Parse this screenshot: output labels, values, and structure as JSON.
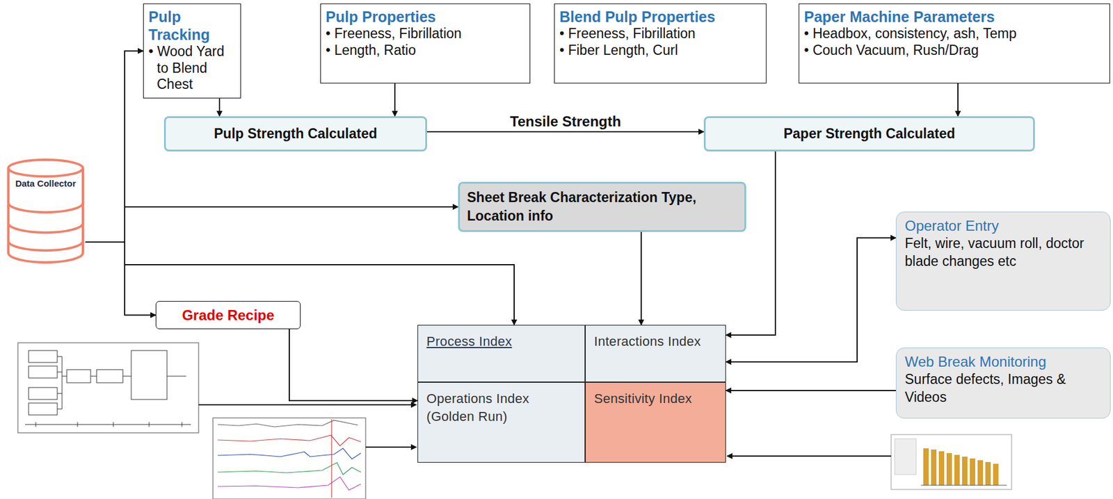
{
  "diagram": {
    "nodes": [
      {
        "text": [
          "Pulp Tracking",
          "• Wood Yard to Blend Chest"
        ]
      },
      {
        "text": [
          "Pulp Properties",
          "• Freeness, Fibrillation",
          "• Length, Ratio"
        ]
      },
      {
        "text": [
          "Blend Pulp Properties",
          "• Freeness, Fibrillation",
          "• Fiber Length, Curl"
        ]
      },
      {
        "text": [
          "Paper Machine Parameters",
          "• Headbox, consistency, ash, Temp",
          "• Couch Vacuum, Rush/Drag"
        ]
      },
      {
        "text": [
          "Pulp Strength Calculated"
        ]
      },
      {
        "text": [
          "Paper Strength Calculated"
        ]
      },
      {
        "text": [
          "Data Collector"
        ]
      },
      {
        "text": [
          "Sheet Break Characterization Type, Location info"
        ]
      },
      {
        "text": [
          "Operator Entry",
          "Felt, wire, vacuum roll, doctor blade changes etc"
        ]
      },
      {
        "text": [
          "Grade Recipe"
        ]
      },
      {
        "text": [
          "Process Index"
        ]
      },
      {
        "text": [
          "Interactions Index"
        ]
      },
      {
        "text": [
          "Operations Index (Golden Run)"
        ]
      },
      {
        "text": [
          "Sensitivity Index"
        ]
      },
      {
        "text": [
          "Web Break Monitoring",
          "Surface defects, Images & Videos"
        ]
      }
    ],
    "edges": [
      {
        "from": 0,
        "to": 4,
        "arrow": "to"
      },
      {
        "from": 1,
        "to": 4,
        "arrow": "to"
      },
      {
        "from": 4,
        "to": 5,
        "label": "Tensile Strength",
        "arrow": "to"
      },
      {
        "from": 3,
        "to": 5,
        "arrow": "to"
      },
      {
        "from": 6,
        "to": 0,
        "arrow": "to"
      },
      {
        "from": 6,
        "to": 7,
        "arrow": "to"
      },
      {
        "from": 6,
        "to": 10,
        "arrow": "to"
      },
      {
        "from": 6,
        "to": 9,
        "arrow": "to"
      },
      {
        "from": 7,
        "to": 11,
        "arrow": "to"
      },
      {
        "from": 5,
        "to": 11,
        "arrow": "to"
      },
      {
        "from": 8,
        "to": 11,
        "arrow": "both"
      },
      {
        "from": 14,
        "to": 13,
        "arrow": "to"
      },
      {
        "from": 9,
        "to": 12,
        "arrow": "to"
      }
    ]
  }
}
